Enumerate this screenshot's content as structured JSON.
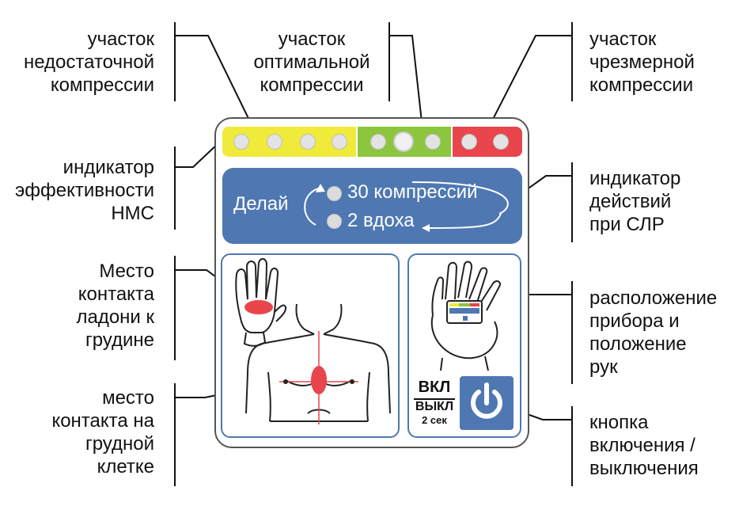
{
  "callouts": {
    "insufficient": [
      "участок",
      "недостаточной",
      "компрессии"
    ],
    "optimal": [
      "участок",
      "оптимальной",
      "компрессии"
    ],
    "excessive": [
      "участок",
      "чрезмерной",
      "компрессии"
    ],
    "efficiency": [
      "индикатор",
      "эффективности",
      "НМС"
    ],
    "actions": [
      "индикатор",
      "действий",
      "при СЛР"
    ],
    "palm_contact": [
      "Место",
      "контакта",
      "ладони к",
      "грудине"
    ],
    "device_position": [
      "расположение",
      "прибора и",
      "положение",
      "рук"
    ],
    "chest_contact": [
      "место",
      "контакта на",
      "грудной",
      "клетке"
    ],
    "power_button": [
      "кнопка",
      "включения /",
      "выключения"
    ]
  },
  "device": {
    "action_indicator": {
      "prefix": "Делай",
      "compressions": "30 компрессий",
      "breaths": "2 вдоха"
    },
    "power": {
      "on_label": "ВКЛ",
      "off_label": "ВЫКЛ",
      "hold_time": "2 сек",
      "icon": "power-icon"
    }
  },
  "colors": {
    "insufficient": "#f0ea3a",
    "optimal": "#8cc63f",
    "excessive": "#e8454d",
    "accent_blue": "#4f78b2",
    "contact_red": "#e8454d"
  }
}
